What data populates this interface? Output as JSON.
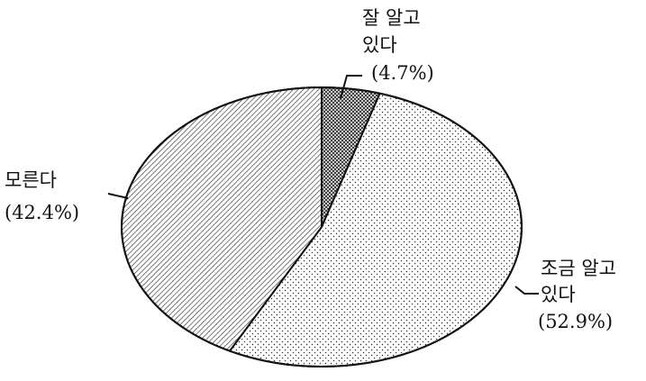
{
  "chart_data": {
    "type": "pie",
    "title": "",
    "slices": [
      {
        "label_lines": [
          "잘 알고",
          "있다"
        ],
        "percent_text": "(4.7%)",
        "value": 4.7,
        "pattern": "crosshatch"
      },
      {
        "label_lines": [
          "조금 알고",
          "있다"
        ],
        "percent_text": "(52.9%)",
        "value": 52.9,
        "pattern": "dots"
      },
      {
        "label_lines": [
          "모른다"
        ],
        "percent_text": "(42.4%)",
        "value": 42.4,
        "pattern": "diagonal-lines"
      }
    ],
    "start_angle": "12 o'clock",
    "direction": "clockwise",
    "legend": "none",
    "colors": {
      "ink": "#111111",
      "background": "#ffffff"
    }
  }
}
